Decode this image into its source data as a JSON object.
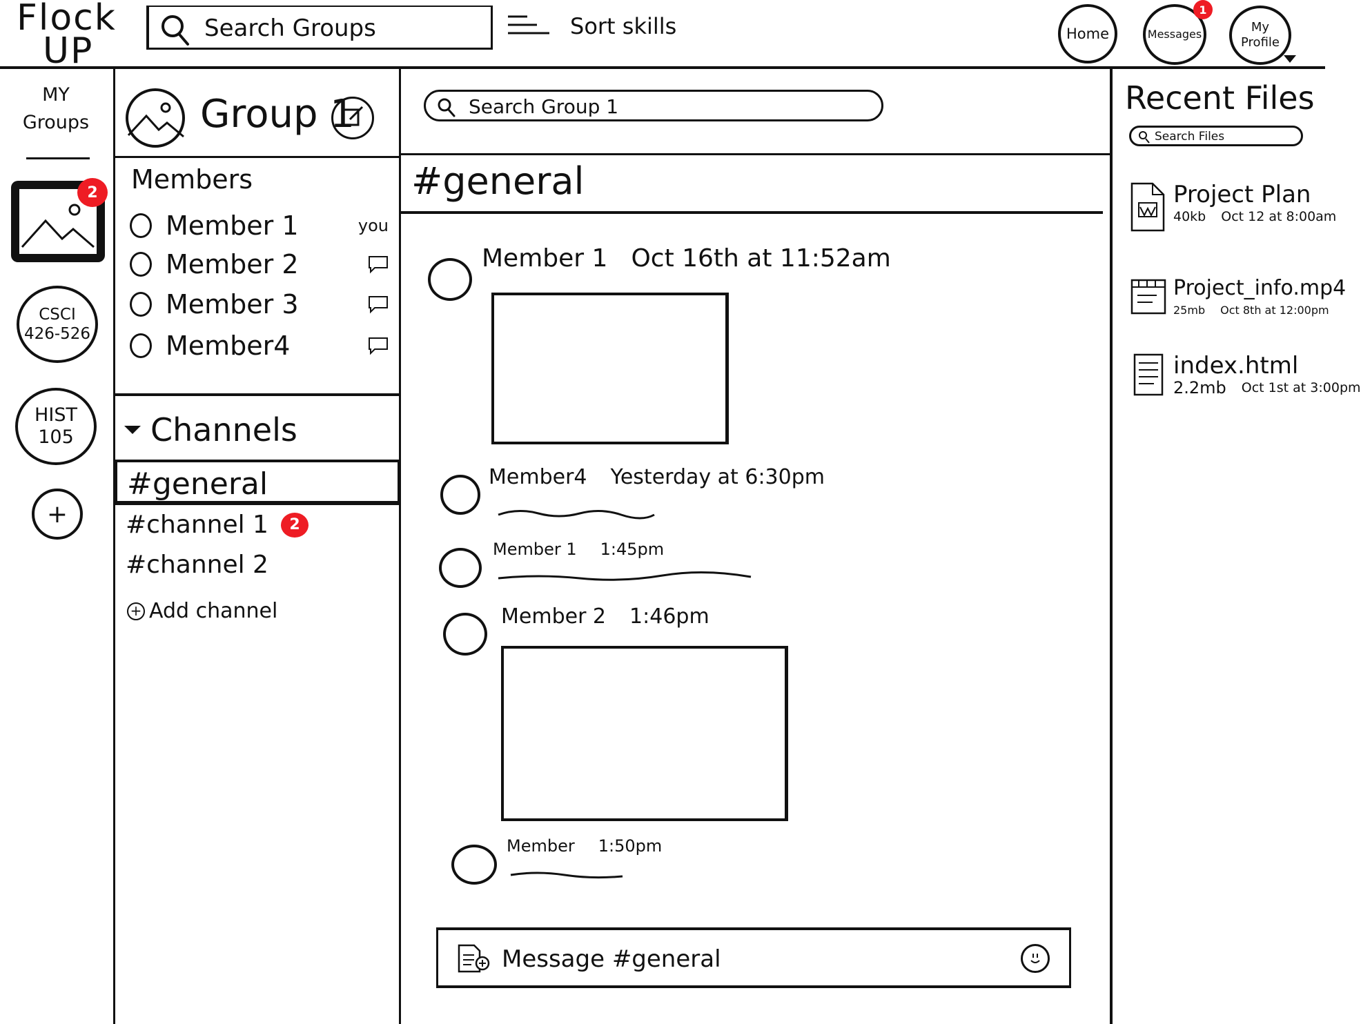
{
  "app": {
    "logo_line1": "Flock",
    "logo_line2": "UP"
  },
  "header": {
    "search_placeholder": "Search Groups",
    "sort_label": "Sort skills",
    "nav": {
      "home": "Home",
      "messages": "Messages",
      "messages_badge": "1",
      "profile": "My Profile"
    }
  },
  "rail": {
    "title": "MY Groups",
    "active_badge": "2",
    "groups": [
      {
        "line1": "CSCI",
        "line2": "426-526"
      },
      {
        "line1": "HIST",
        "line2": "105"
      }
    ],
    "add": "+"
  },
  "group": {
    "title": "Group 1",
    "members_heading": "Members",
    "members": [
      {
        "name": "Member 1",
        "tag": "you"
      },
      {
        "name": "Member 2"
      },
      {
        "name": "Member 3"
      },
      {
        "name": "Member4"
      }
    ],
    "channels_heading": "Channels",
    "channels": [
      {
        "name": "#general"
      },
      {
        "name": "#channel 1",
        "badge": "2"
      },
      {
        "name": "#channel 2"
      }
    ],
    "add_channel": "Add channel"
  },
  "main": {
    "search_placeholder": "Search Group 1",
    "channel_title": "#general",
    "messages": [
      {
        "author": "Member 1",
        "time": "Oct 16th at 11:52am"
      },
      {
        "author": "Member4",
        "time": "Yesterday at 6:30pm"
      },
      {
        "author": "Member 1",
        "time": "1:45pm"
      },
      {
        "author": "Member 2",
        "time": "1:46pm"
      },
      {
        "author": "Member",
        "time": "1:50pm"
      }
    ],
    "composer_placeholder": "Message #general"
  },
  "files": {
    "title": "Recent Files",
    "search_placeholder": "Search Files",
    "items": [
      {
        "name": "Project Plan",
        "size": "40kb",
        "date": "Oct 12 at 8:00am"
      },
      {
        "name": "Project_info.mp4",
        "size": "25mb",
        "date": "Oct 8th at 12:00pm"
      },
      {
        "name": "index.html",
        "size": "2.2mb",
        "date": "Oct 1st at 3:00pm"
      }
    ]
  },
  "colors": {
    "ink": "#111111",
    "badge": "#ee1c24",
    "background": "#ffffff"
  }
}
